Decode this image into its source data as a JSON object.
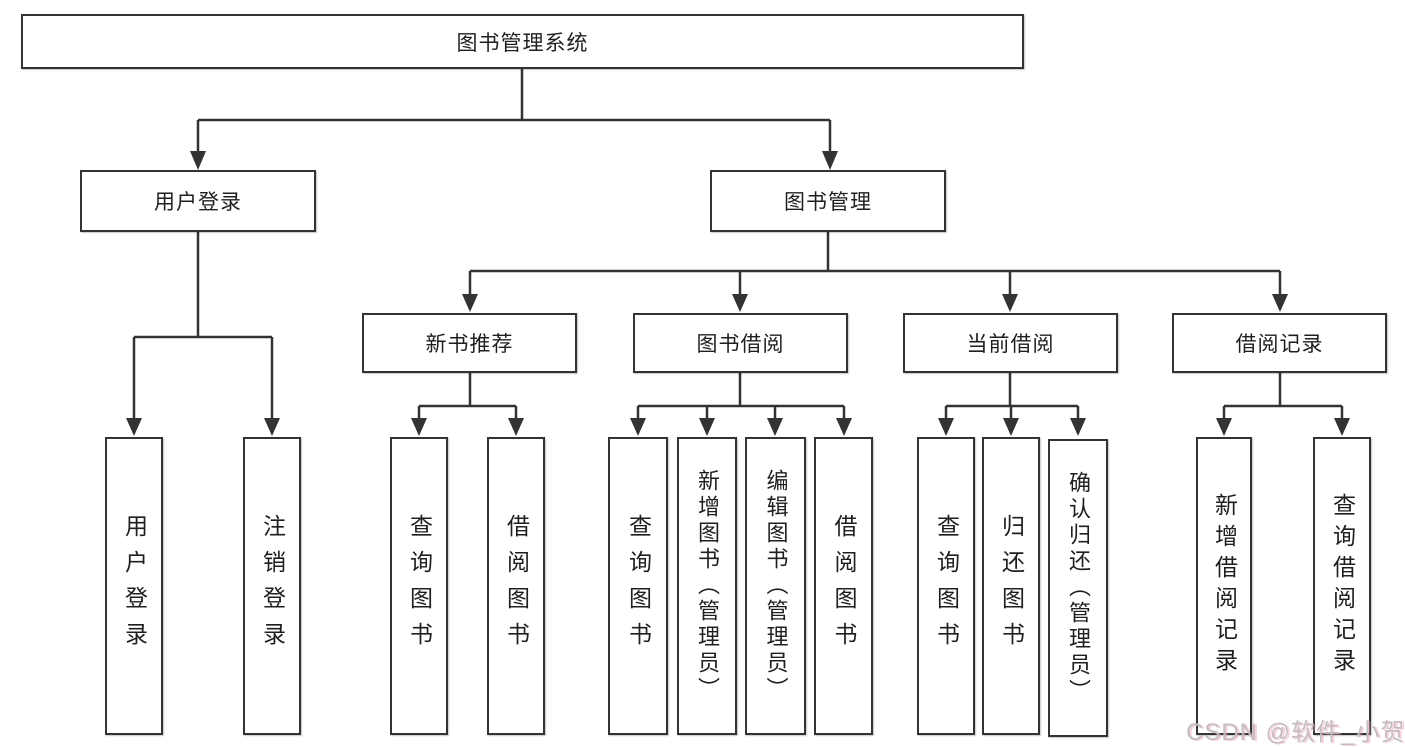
{
  "tree": {
    "root_label": "图书管理系统",
    "branches": [
      {
        "label": "用户登录",
        "children": [
          {
            "label": "用户登录"
          },
          {
            "label": "注销登录"
          }
        ]
      },
      {
        "label": "图书管理",
        "children": [
          {
            "label": "新书推荐",
            "children": [
              {
                "label": "查询图书"
              },
              {
                "label": "借阅图书"
              }
            ]
          },
          {
            "label": "图书借阅",
            "children": [
              {
                "label": "查询图书"
              },
              {
                "label": "新增图书（管理员）"
              },
              {
                "label": "编辑图书（管理员）"
              },
              {
                "label": "借阅图书"
              }
            ]
          },
          {
            "label": "当前借阅",
            "children": [
              {
                "label": "查询图书"
              },
              {
                "label": "归还图书"
              },
              {
                "label": "确认归还（管理员）"
              }
            ]
          },
          {
            "label": "借阅记录",
            "children": [
              {
                "label": "新增借阅记录"
              },
              {
                "label": "查询借阅记录"
              }
            ]
          }
        ]
      }
    ]
  },
  "watermark": {
    "text": "CSDN @软件_小贺同学"
  },
  "colors": {
    "line": "#333333",
    "box_border": "#333333",
    "text": "#1f1f1f",
    "watermark": "#c4bdc1"
  }
}
